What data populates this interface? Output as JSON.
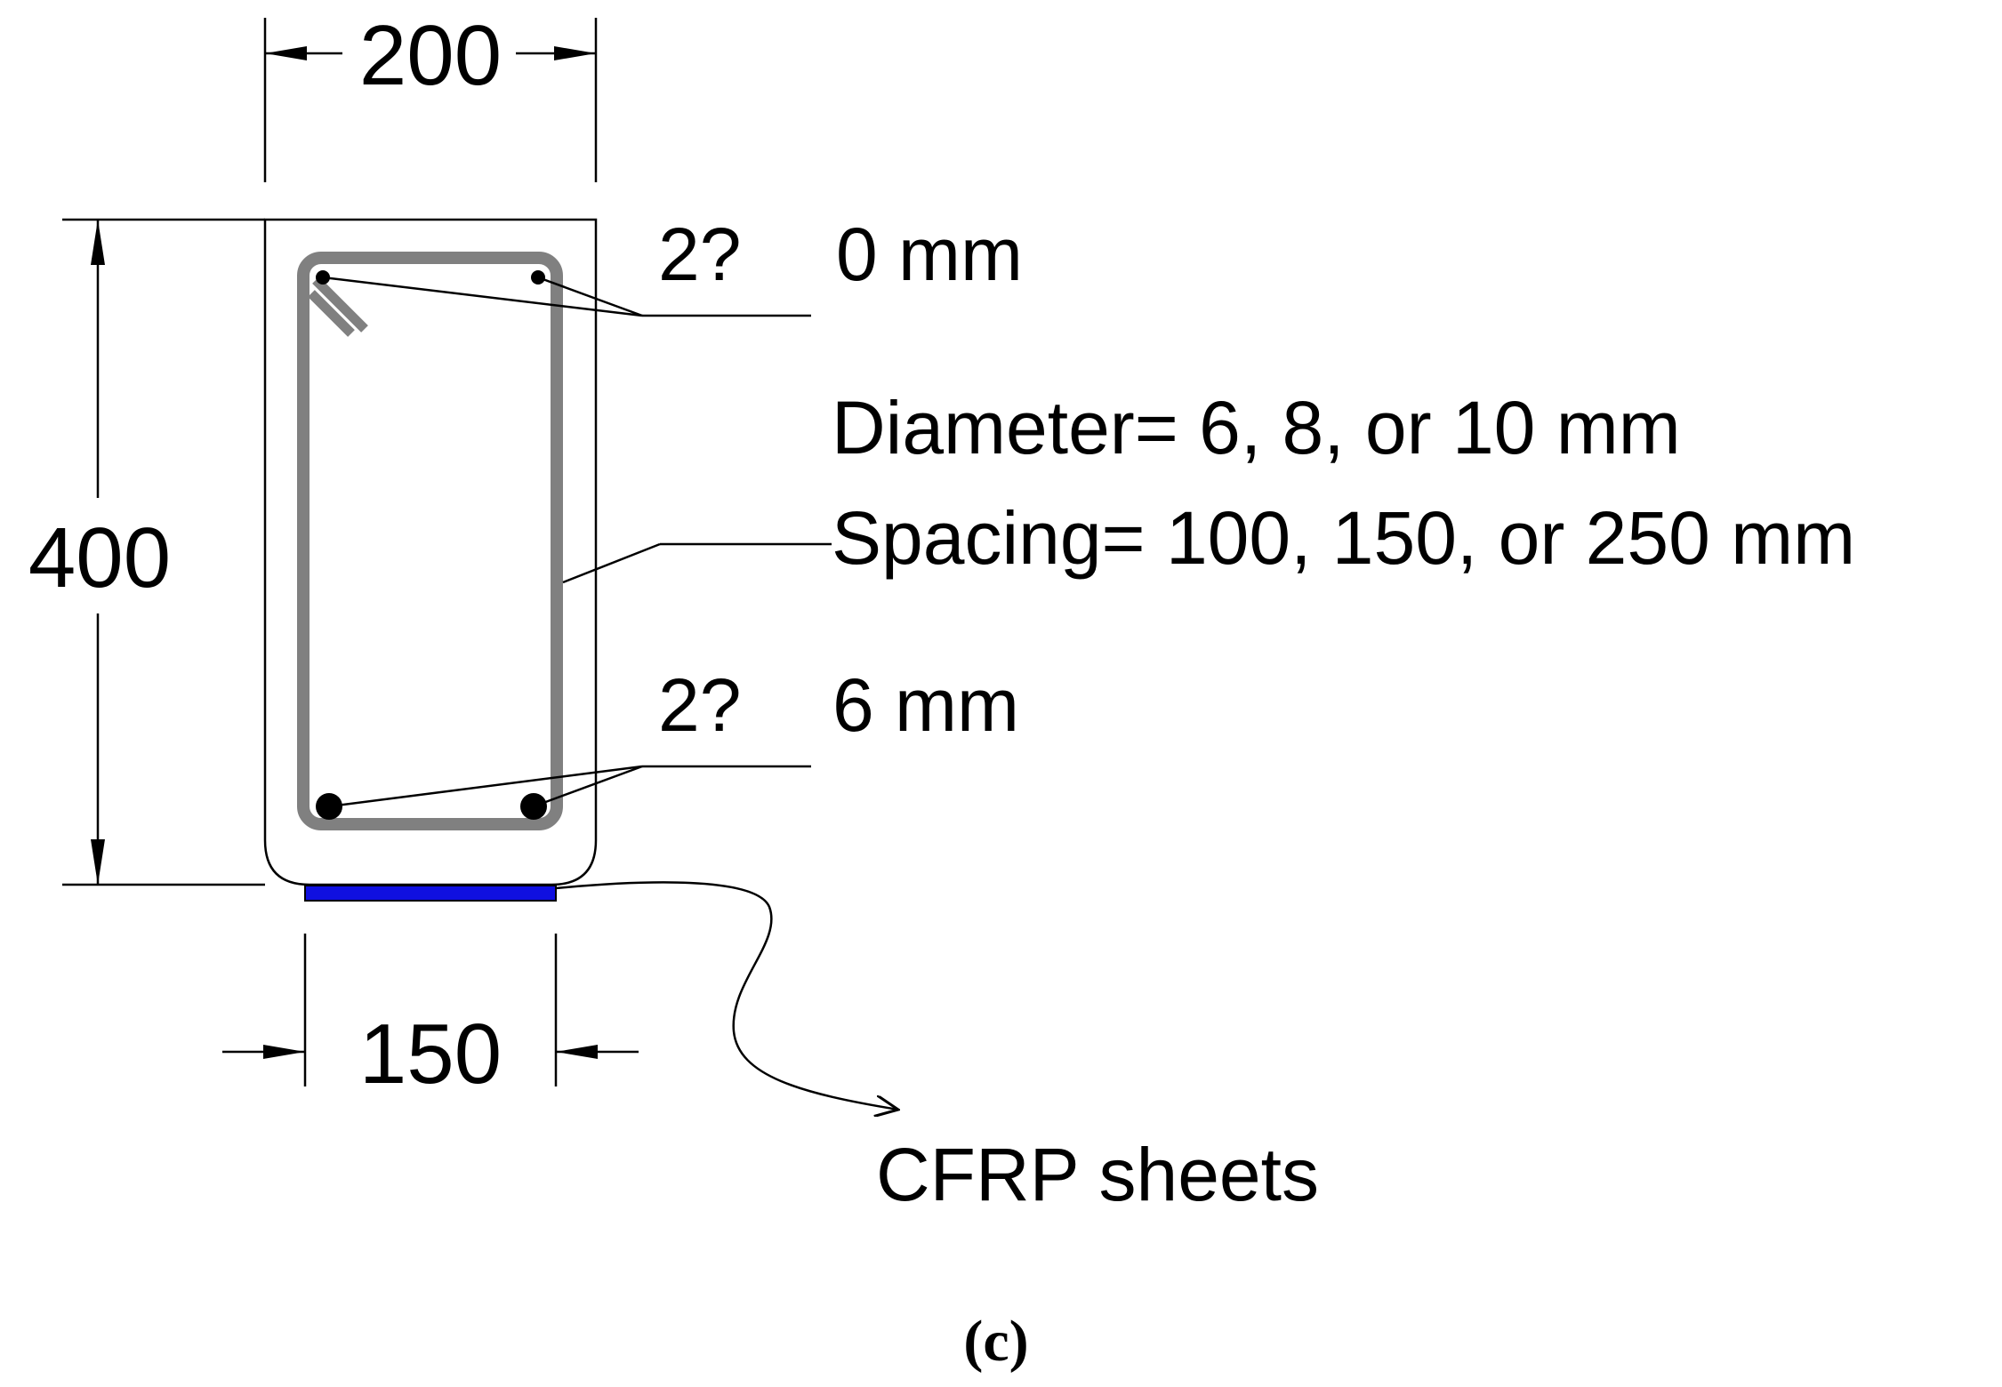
{
  "dimensions": {
    "top_width": "200",
    "height": "400",
    "bottom_width": "150"
  },
  "reinforcement": {
    "top_bars": {
      "count_label": "2?",
      "size_label": "0 mm"
    },
    "stirrups": {
      "diameter_label": "Diameter= 6, 8, or 10 mm",
      "spacing_label": "Spacing= 100, 150, or 250 mm"
    },
    "bottom_bars": {
      "count_label": "2?",
      "size_label": "6 mm"
    }
  },
  "cfrp": {
    "label": "CFRP sheets",
    "color": "#1010e0"
  },
  "colors": {
    "stirrup": "#808080",
    "lines": "#000000"
  },
  "caption": "(c)"
}
